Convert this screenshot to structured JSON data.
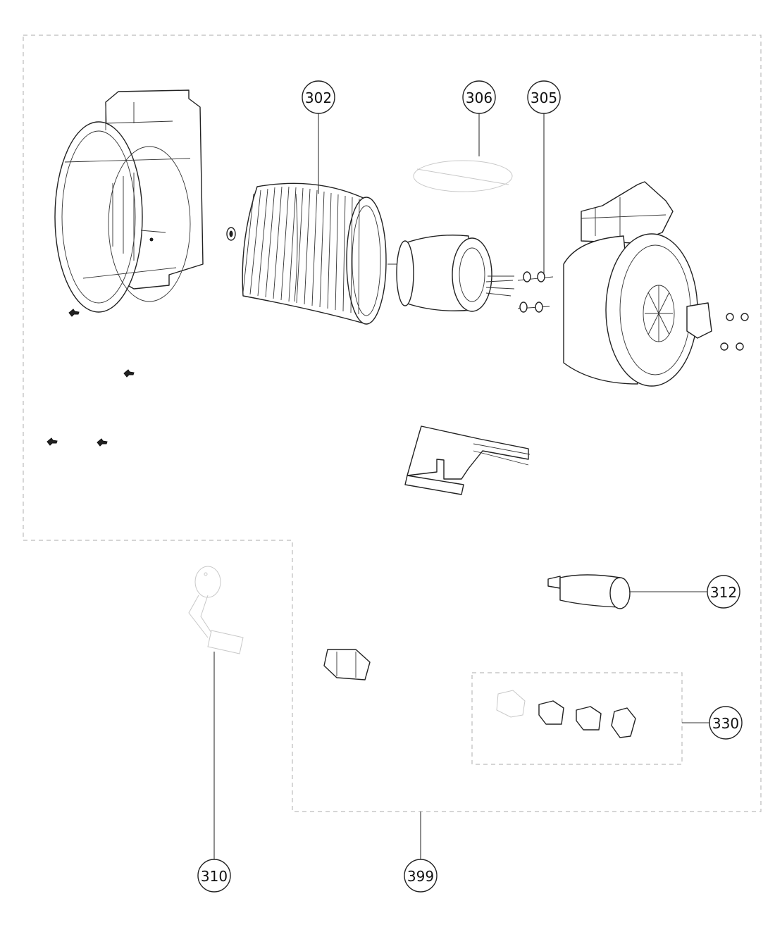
{
  "callouts": {
    "c302": "302",
    "c306": "306",
    "c305": "305",
    "c312": "312",
    "c330": "330",
    "c310": "310",
    "c399": "399"
  }
}
